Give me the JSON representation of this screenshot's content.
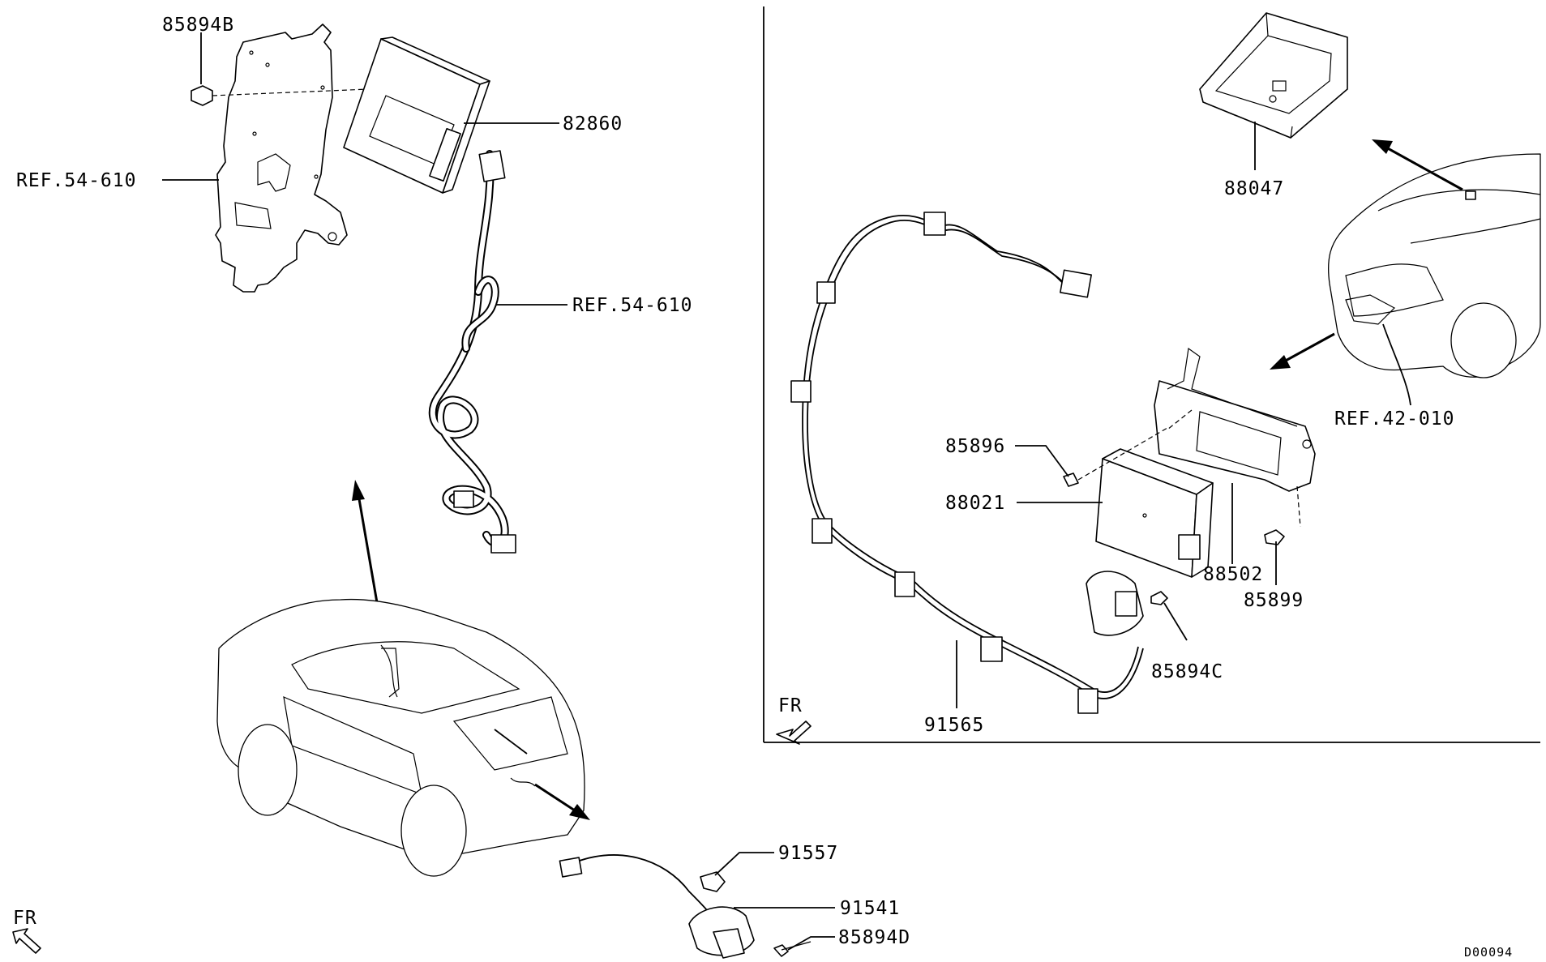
{
  "diagram_code": "D00094",
  "labels": {
    "p85894B": "85894B",
    "p82860": "82860",
    "ref_54_610_left": "REF.54-610",
    "ref_54_610_right": "REF.54-610",
    "p88047": "88047",
    "ref_42_010": "REF.42-010",
    "p85896": "85896",
    "p88021": "88021",
    "p88502": "88502",
    "p85899": "85899",
    "p85894C": "85894C",
    "p91565": "91565",
    "p91557": "91557",
    "p91541": "91541",
    "p85894D": "85894D"
  },
  "fr_markers": {
    "inset": "FR",
    "main": "FR"
  }
}
